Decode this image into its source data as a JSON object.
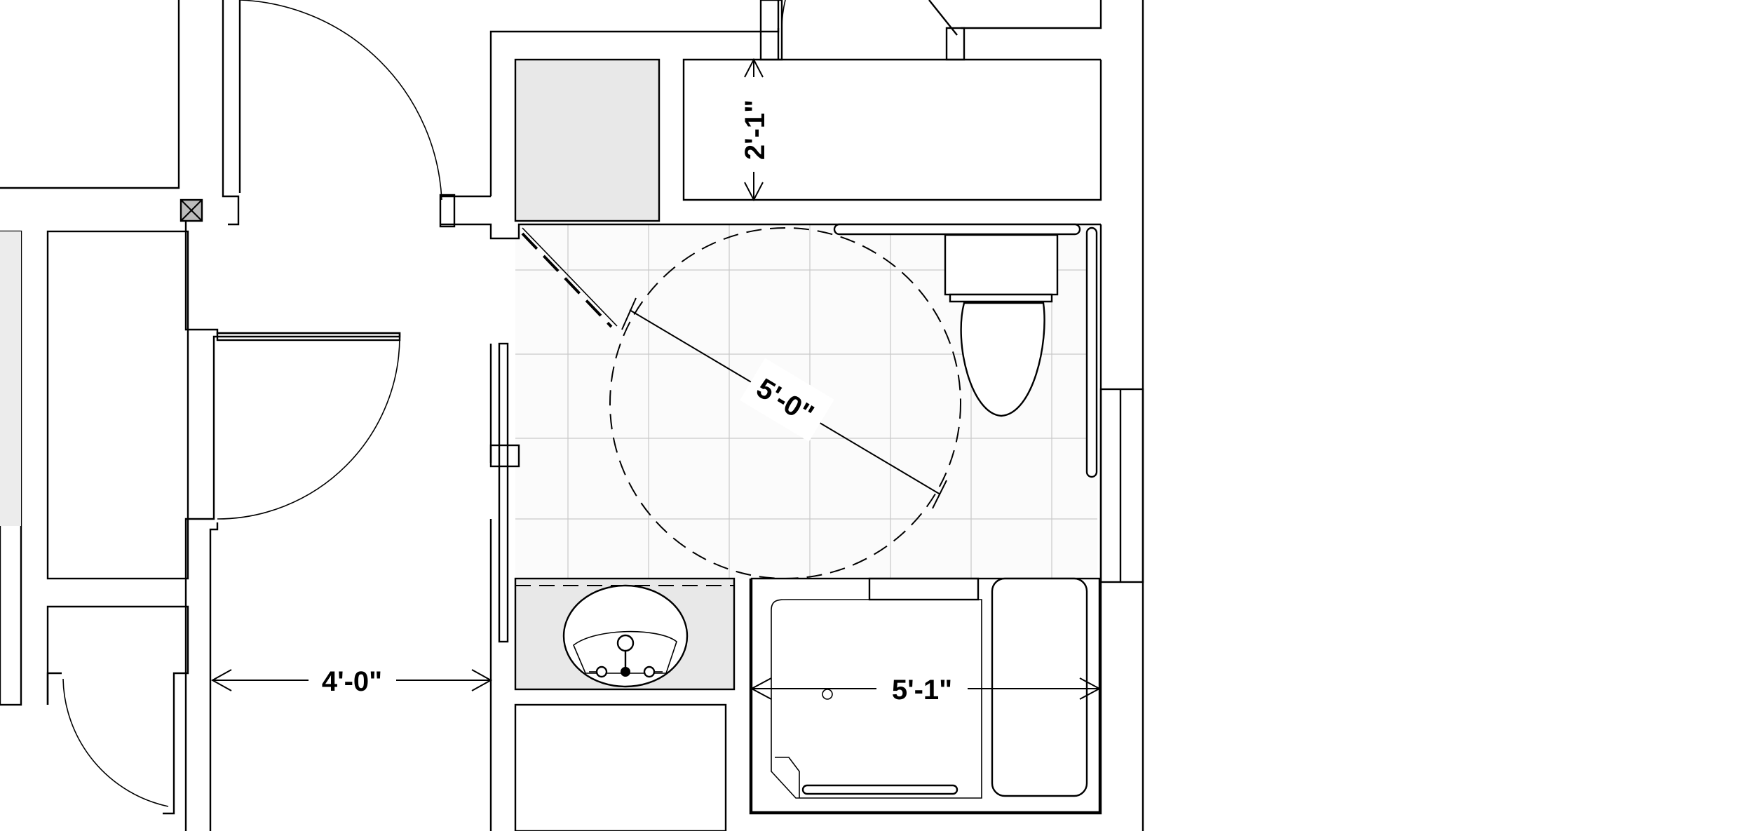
{
  "dimensions": {
    "turning_circle": "5'-0\"",
    "hall_width": "4'-0\"",
    "tub_length": "5'-1\"",
    "closet_clearance": "2'-1\""
  },
  "icons": [
    "floor-drain-icon",
    "door-swing-icon",
    "toilet-icon",
    "sink-icon",
    "bathtub-icon"
  ]
}
